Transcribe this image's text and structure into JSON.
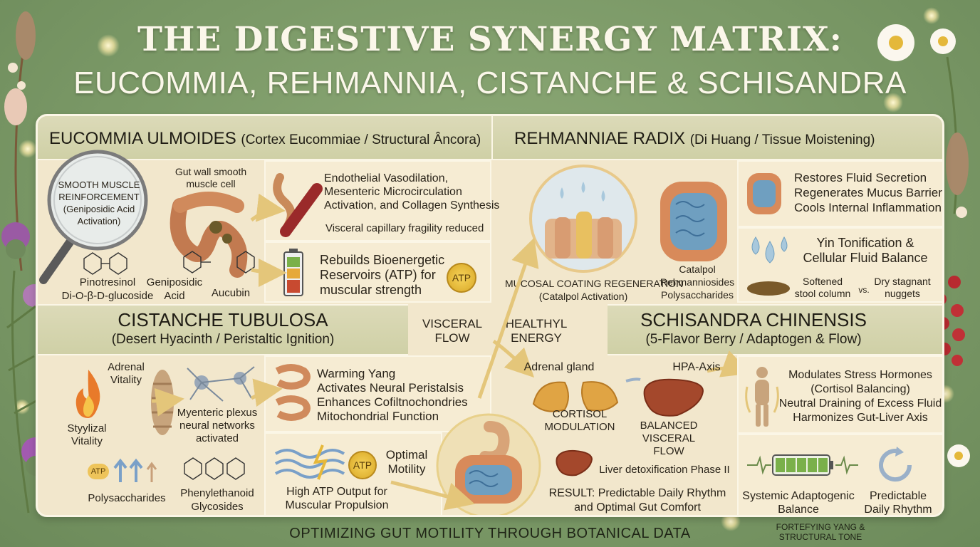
{
  "title": {
    "line1": "THE DIGESTIVE SYNERGY MATRIX:",
    "line2": "EUCOMMIA, REHMANNIA, CISTANCHE & SCHISANDRA"
  },
  "eucommia": {
    "header_main": "EUCOMMIA ULMOIDES",
    "header_sub": "(Cortex Eucommiae / Structural Âncora)",
    "magnifier_label": [
      "SMOOTH MUSCLE",
      "REINFORCEMENT",
      "(Geniposidic Acid",
      "Activation)"
    ],
    "gut_wall_label": [
      "Gut wall smooth",
      "muscle cell"
    ],
    "compounds": [
      "Pinotresinol",
      "Di-O-β-D-glucoside",
      "Geniposidic",
      "Acid",
      "Aucubin"
    ],
    "box1_lines": [
      "Endothelial Vasodilation,",
      "Mesenteric Microcirculation",
      "Activation, and Collagen Synthesis"
    ],
    "box1_note": "Visceral capillary fragility reduced",
    "box2_lines": [
      "Rebuilds Bioenergetic",
      "Reservoirs (ATP) for",
      "muscular strength"
    ],
    "atp_badge": "ATP"
  },
  "rehmannia": {
    "header_main": "REHMANNIAE RADIX",
    "header_sub": "(Di Huang / Tissue Moistening)",
    "mucosal_label": [
      "MUCOSAL COATING REGENERATION",
      "(Catalpol Activation)"
    ],
    "compounds": [
      "Catalpol",
      "Rehmanniosides",
      "Polysaccharides"
    ],
    "box1_lines": [
      "Restores Fluid Secretion",
      "Regenerates Mucus Barrier",
      "Cools Internal Inflammation"
    ],
    "box2_lines": [
      "Yin Tonification &",
      "Cellular Fluid Balance"
    ],
    "stool_left": [
      "Softened",
      "stool column"
    ],
    "vs": "vs.",
    "stool_right": [
      "Dry stagnant",
      "nuggets"
    ]
  },
  "center": {
    "visceral_flow": [
      "VISCERAL",
      "FLOW"
    ],
    "healthy_energy": [
      "HEALTHYL",
      "ENERGY"
    ]
  },
  "cistanche": {
    "header_main": "CISTANCHE TUBULOSA",
    "header_sub": "(Desert Hyacinth / Peristaltic Ignition)",
    "adrenal_vitality": [
      "Adrenal",
      "Vitality"
    ],
    "styylizal_vitality": [
      "Styylizal",
      "Vitality"
    ],
    "plexus_label": [
      "Myenteric plexus",
      "neural networks",
      "activated"
    ],
    "box1_lines": [
      "Warming Yang",
      "Activates Neural Peristalsis",
      "Enhances Cofiltnochondries",
      "Mitochondrial Function"
    ],
    "compounds": [
      "Polysaccharides",
      "Phenylethanoid",
      "Glycosides"
    ],
    "atp_small": "ATP",
    "atp_badge": "ATP",
    "motility": [
      "Optimal",
      "Motility"
    ],
    "atp_output": [
      "High ATP Output for",
      "Muscular Propulsion"
    ]
  },
  "schisandra": {
    "header_main": "SCHISANDRA CHINENSIS",
    "header_sub": "(5-Flavor Berry / Adaptogen & Flow)",
    "adrenal_gland": "Adrenal gland",
    "hpa_axis": "HPA-Axis",
    "cortisol": [
      "CORTISOL",
      "MODULATION"
    ],
    "balanced": [
      "BALANCED",
      "VISCERAL",
      "FLOW"
    ],
    "liver_detox": "Liver detoxification Phase II",
    "result": [
      "RESULT: Predictable Daily Rhythm",
      "and Optimal Gut Comfort"
    ],
    "box1_lines": [
      "Modulates Stress Hormones",
      "(Cortisol Balancing)",
      "Neutral Draining of Excess Fluid",
      "Harmonizes Gut-Liver Axis"
    ],
    "adaptogenic": [
      "Systemic Adaptogenic",
      "Balance"
    ],
    "rhythm": [
      "Predictable",
      "Daily Rhythm"
    ]
  },
  "footer": {
    "main": "OPTIMIZING GUT MOTILITY THROUGH BOTANICAL DATA",
    "side": [
      "FORTEFYING YANG &",
      "STRUCTURAL TONE"
    ]
  },
  "colors": {
    "background": "#7a9866",
    "panel": "#f2e7cc",
    "header": "#d5d5ac",
    "title_text": "#fbf7ea"
  }
}
